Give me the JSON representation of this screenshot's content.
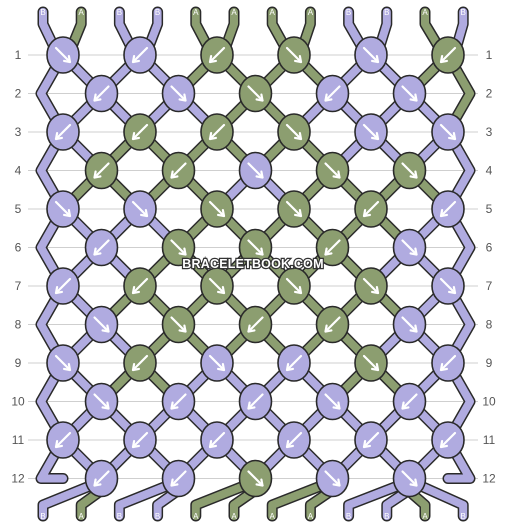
{
  "site": "BRACELETBOOK.COM",
  "colors": {
    "A": "#8c9e70",
    "B": "#b0abe0",
    "outline": "#2a2a2a",
    "grid": "#cfcfcf",
    "arrow": "#ffffff"
  },
  "strand_labels_top": [
    "B",
    "A",
    "B",
    "B",
    "A",
    "A",
    "A",
    "A",
    "B",
    "B",
    "A",
    "B"
  ],
  "strand_labels_bottom": [
    "B",
    "A",
    "B",
    "B",
    "A",
    "A",
    "A",
    "A",
    "B",
    "B",
    "A",
    "B"
  ],
  "row_numbers": [
    "1",
    "2",
    "3",
    "4",
    "5",
    "6",
    "7",
    "8",
    "9",
    "10",
    "11",
    "12"
  ],
  "knots": [
    [
      "B",
      "B",
      "A",
      "A",
      "B",
      "A"
    ],
    [
      "B",
      "B",
      "A",
      "B",
      "B"
    ],
    [
      "B",
      "A",
      "A",
      "A",
      "B",
      "B"
    ],
    [
      "A",
      "A",
      "B",
      "A",
      "A"
    ],
    [
      "B",
      "B",
      "A",
      "A",
      "A",
      "B"
    ],
    [
      "B",
      "A",
      "A",
      "A",
      "B"
    ],
    [
      "B",
      "A",
      "A",
      "A",
      "A",
      "B"
    ],
    [
      "B",
      "A",
      "A",
      "A",
      "B"
    ],
    [
      "B",
      "A",
      "B",
      "B",
      "A",
      "B"
    ],
    [
      "B",
      "B",
      "B",
      "B",
      "B"
    ],
    [
      "B",
      "B",
      "B",
      "B",
      "B",
      "B"
    ],
    [
      "B",
      "B",
      "A",
      "B",
      "B"
    ]
  ],
  "knot_types": [
    [
      "rr",
      "ll",
      "ll",
      "rr",
      "rr",
      "ll"
    ],
    [
      "ll",
      "rr",
      "rr",
      "ll",
      "rr"
    ],
    [
      "ll",
      "ll",
      "ll",
      "rr",
      "rr",
      "rr"
    ],
    [
      "ll",
      "ll",
      "rr",
      "rr",
      "rr"
    ],
    [
      "rr",
      "rr",
      "rr",
      "rr",
      "ll",
      "ll"
    ],
    [
      "ll",
      "rr",
      "rr",
      "ll",
      "rr"
    ],
    [
      "ll",
      "ll",
      "rr",
      "rr",
      "rr",
      "rr"
    ],
    [
      "rr",
      "rr",
      "ll",
      "ll",
      "rr"
    ],
    [
      "rr",
      "ll",
      "rr",
      "ll",
      "rr",
      "ll"
    ],
    [
      "rr",
      "ll",
      "ll",
      "rr",
      "ll"
    ],
    [
      "ll",
      "ll",
      "ll",
      "ll",
      "ll",
      "ll"
    ],
    [
      "ll",
      "ll",
      "rr",
      "rr",
      "rr"
    ]
  ]
}
